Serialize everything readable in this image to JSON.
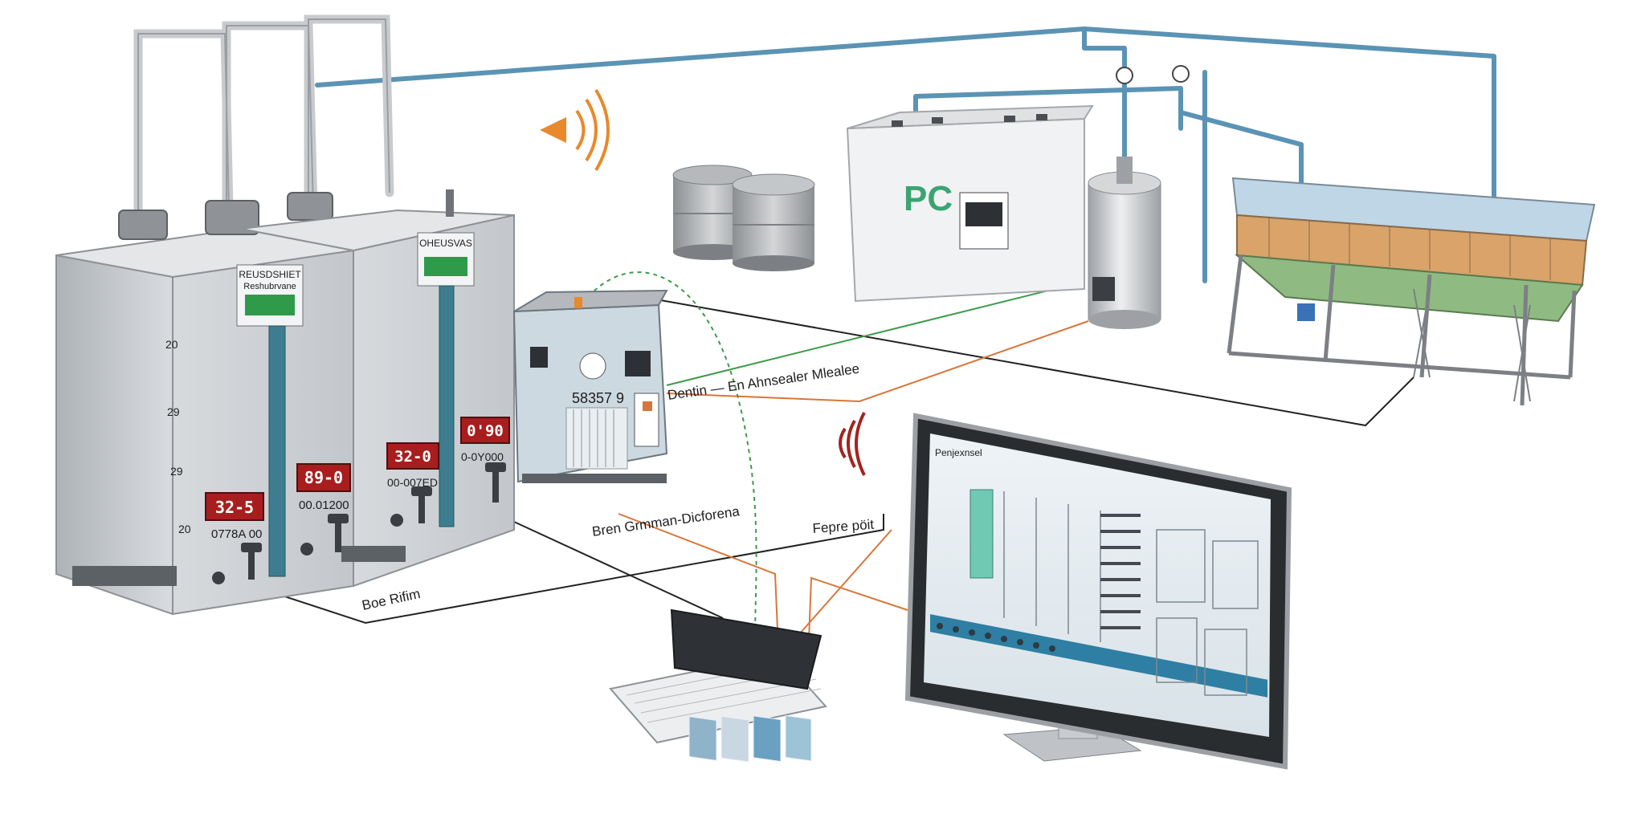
{
  "colors": {
    "pipe": "#5b93b5",
    "cabinet": "#c9cdd1",
    "display_red": "#a81e1e",
    "label_green": "#2f9a4a",
    "wifi_orange": "#e8892b",
    "wifi_red": "#a3231f",
    "wire_orange": "#d7763a",
    "wire_green": "#3f9a4a",
    "wire_black": "#222222"
  },
  "cabinets": [
    {
      "label_top": "REUSDSHIET",
      "label_sub": "Reshubrvane",
      "left_display": "32-5",
      "right_display": "89-0",
      "readout": "0778A 00",
      "readout_right": "00.01200",
      "scale": [
        "20",
        "29",
        "29",
        "20"
      ]
    },
    {
      "label_top": "OHEUSVAS",
      "left_display": "32-0",
      "right_display": "0'90",
      "readout": "00-007ED",
      "readout_right": "0-0Y000"
    }
  ],
  "controller": {
    "code": "58357 9"
  },
  "pc_box": {
    "label": "PC"
  },
  "wire_labels": {
    "a": "Dentin — En Ahnsealer Mlealee",
    "b": "Bren Grmman-Dicforena",
    "c": "Fepre pöit",
    "d": "Boe Rifim"
  },
  "monitor": {
    "title": "Penjexnsel"
  }
}
